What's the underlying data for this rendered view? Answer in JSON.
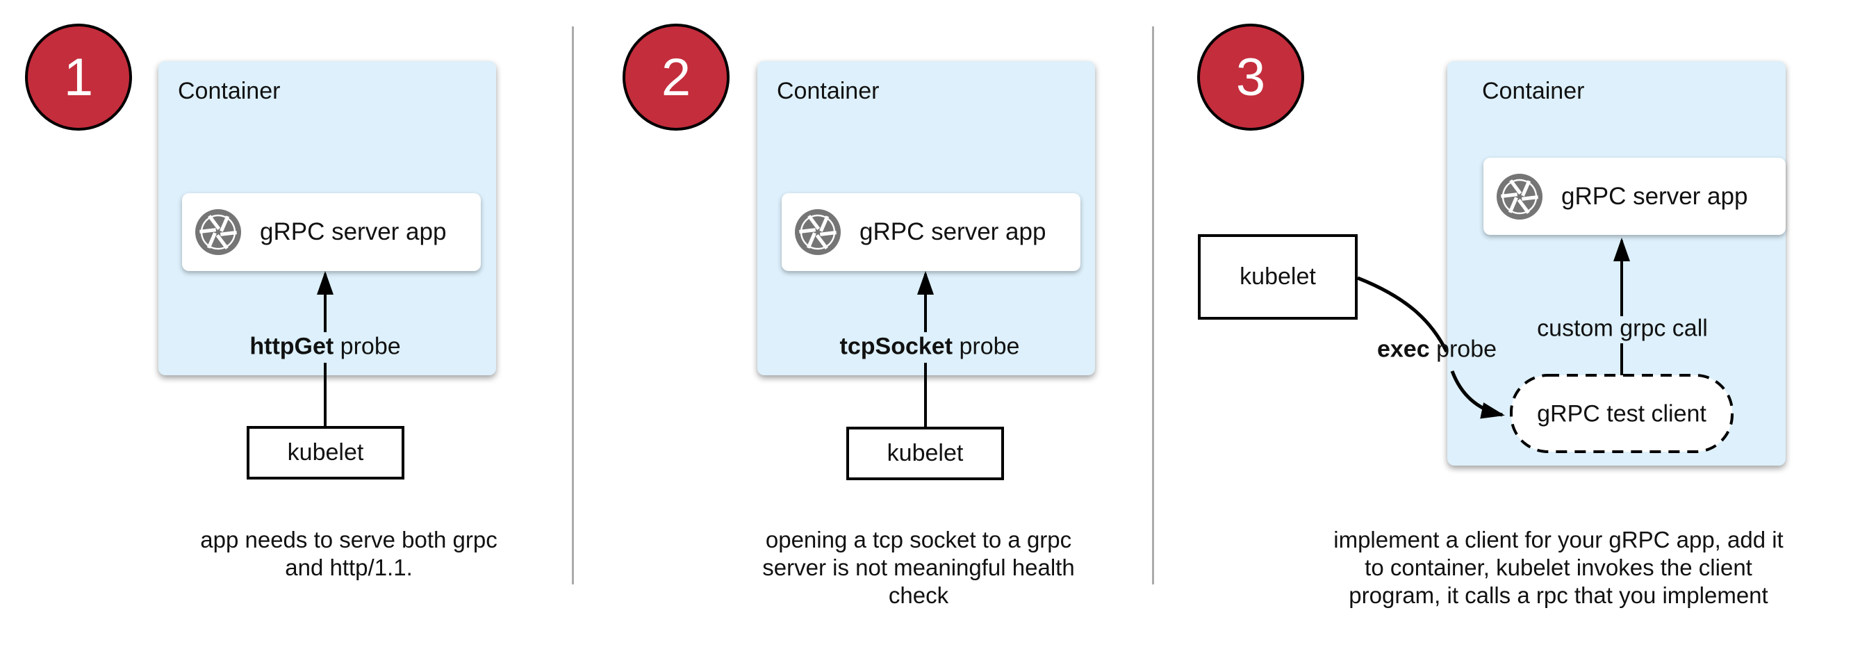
{
  "colors": {
    "badge_red": "#c42d3c",
    "container_blue": "#ddf0fb",
    "icon_gray": "#757575",
    "divider_gray": "#ababab",
    "line_black": "#000000"
  },
  "panels": [
    {
      "badge": "1",
      "container_label": "Container",
      "app_icon": "camera-aperture-icon",
      "app_label": "gRPC server app",
      "probe_bold": "httpGet",
      "probe_rest": " probe",
      "kubelet_label": "kubelet",
      "caption_lines": [
        "app needs to serve both grpc",
        "and http/1.1."
      ]
    },
    {
      "badge": "2",
      "container_label": "Container",
      "app_icon": "camera-aperture-icon",
      "app_label": "gRPC server app",
      "probe_bold": "tcpSocket",
      "probe_rest": " probe",
      "kubelet_label": "kubelet",
      "caption_lines": [
        "opening a tcp socket to a grpc",
        "server is not meaningful health",
        "check"
      ]
    },
    {
      "badge": "3",
      "container_label": "Container",
      "app_icon": "camera-aperture-icon",
      "app_label": "gRPC server app",
      "probe_bold": "exec",
      "probe_rest": " probe",
      "call_label": "custom grpc call",
      "client_label": "gRPC test client",
      "kubelet_label": "kubelet",
      "caption_lines": [
        "implement a client for your gRPC app, add it",
        "to container, kubelet invokes the client",
        "program, it calls a rpc that you implement"
      ]
    }
  ]
}
